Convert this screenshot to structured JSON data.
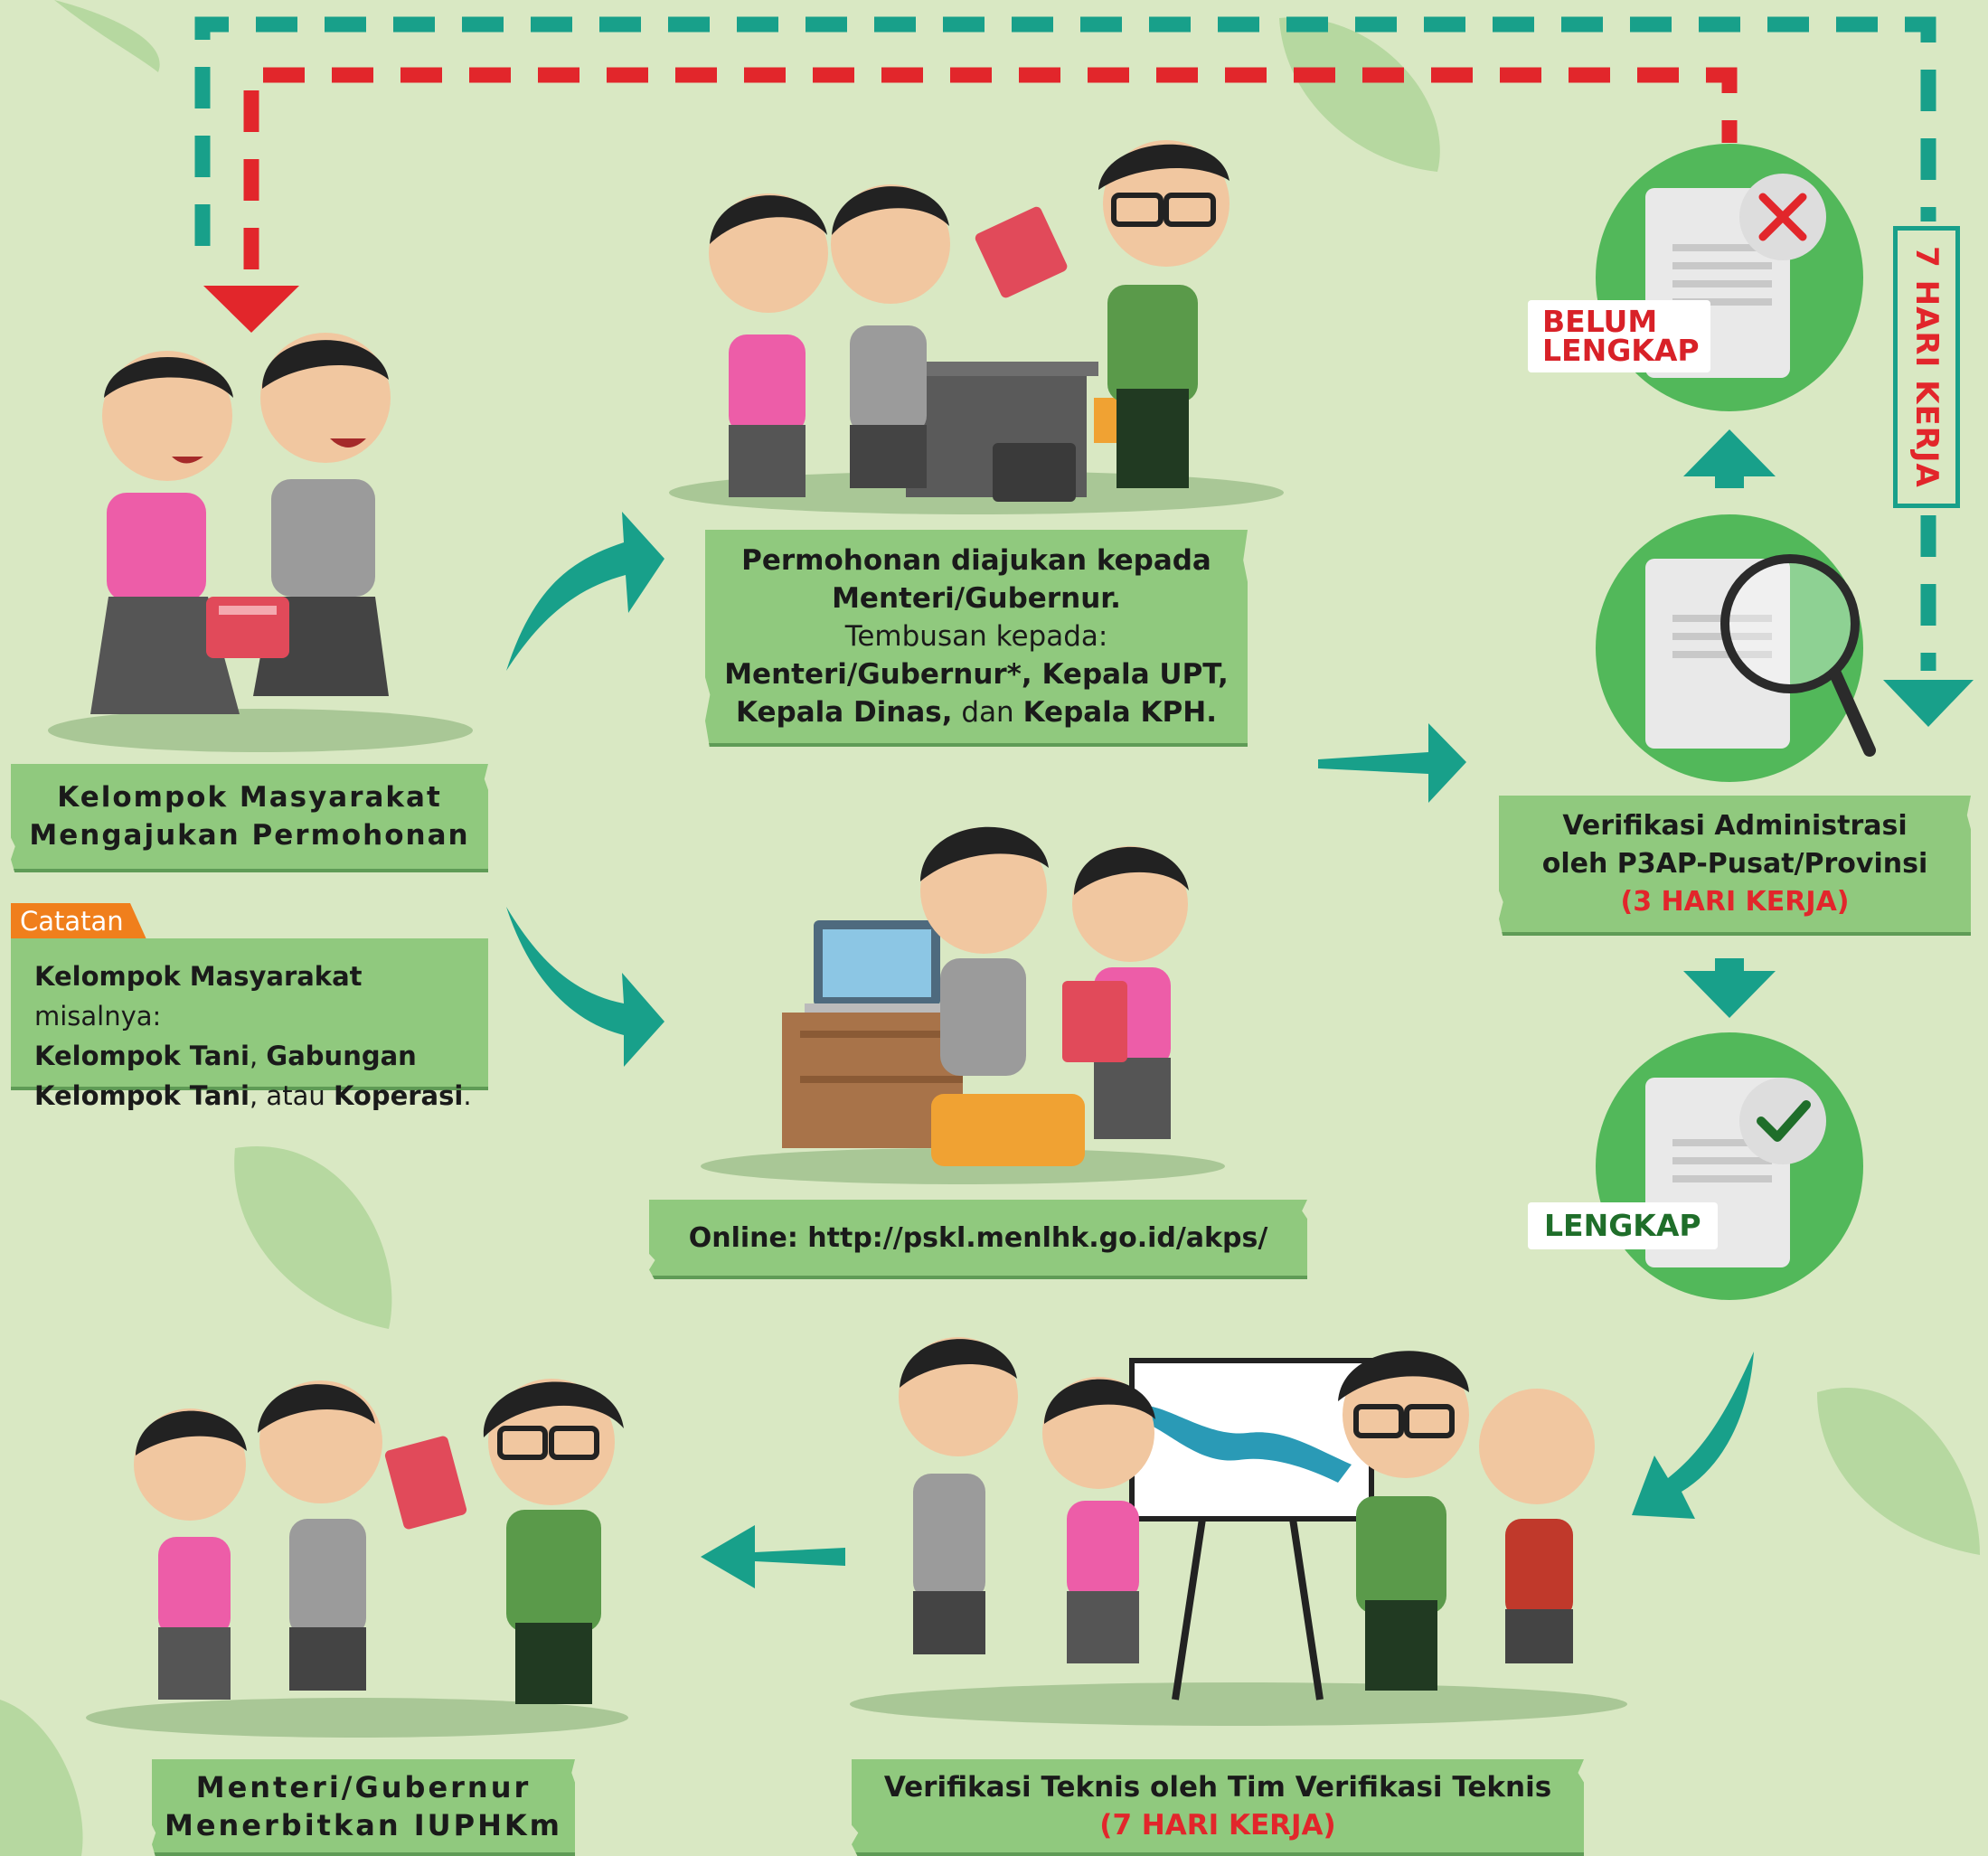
{
  "colors": {
    "background": "#d9e8c3",
    "sign": "#90c97e",
    "teal": "#18a08a",
    "red": "#e2262b",
    "green_circle": "#52b85a",
    "orange": "#f07f1c"
  },
  "steps": {
    "apply": {
      "line1": "Kelompok  Masyarakat",
      "line2": "Mengajukan Permohonan"
    },
    "submit": {
      "line1": "Permohonan diajukan kepada",
      "line2": "Menteri/Gubernur.",
      "line3": "Tembusan kepada:",
      "line4": "Menteri/Gubernur*, Kepala UPT,",
      "line5a": "Kepala Dinas,",
      "line5b": " dan ",
      "line5c": "Kepala KPH."
    },
    "online": {
      "text": "Online: http://pskl.menlhk.go.id/akps/"
    },
    "admin": {
      "line1": "Verifikasi Administrasi",
      "line2": "oleh P3AP-Pusat/Provinsi",
      "line3": "(3 HARI KERJA)"
    },
    "technical": {
      "line1": "Verifikasi Teknis oleh Tim Verifikasi Teknis",
      "line2": "(7 HARI KERJA)"
    },
    "issue": {
      "line1": "Menteri/Gubernur",
      "line2": "Menerbitkan IUPHKm"
    }
  },
  "status": {
    "incomplete_line1": "BELUM",
    "incomplete_line2": "LENGKAP",
    "complete": "LENGKAP",
    "loop_duration": "7 HARI KERJA"
  },
  "note": {
    "tab": "Catatan",
    "b1": "Kelompok Masyarakat",
    "t1": " misalnya:",
    "b2": "Kelompok Tani",
    "t2": ", ",
    "b3": "Gabungan",
    "b4": "Kelompok Tani",
    "t3": ", atau ",
    "b5": "Koperasi",
    "t4": "."
  }
}
